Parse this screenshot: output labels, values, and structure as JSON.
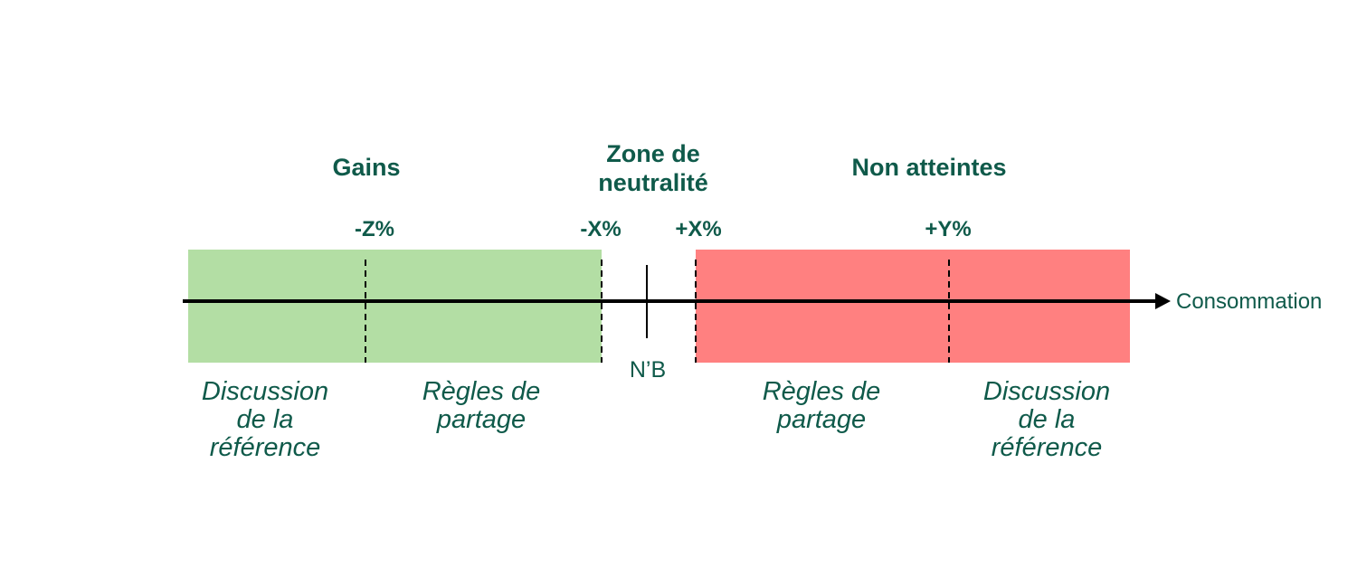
{
  "headings": {
    "gains": "Gains",
    "neutral": "Zone de\nneutralité",
    "not_reached": "Non atteintes"
  },
  "thresholds": {
    "minus_z": "-Z%",
    "minus_x": "-X%",
    "plus_x": "+X%",
    "plus_y": "+Y%"
  },
  "baseline_label": "N’B",
  "axis_label": "Consommation",
  "zones": {
    "gains_outer": "Discussion\nde la\nréférence",
    "gains_inner": "Règles de\npartage",
    "loss_inner": "Règles de\npartage",
    "loss_outer": "Discussion\nde la\nréférence"
  },
  "colors": {
    "gains_band": "#b3dea4",
    "loss_band": "#ff8080",
    "text": "#0f5a4a",
    "axis": "#000000"
  }
}
